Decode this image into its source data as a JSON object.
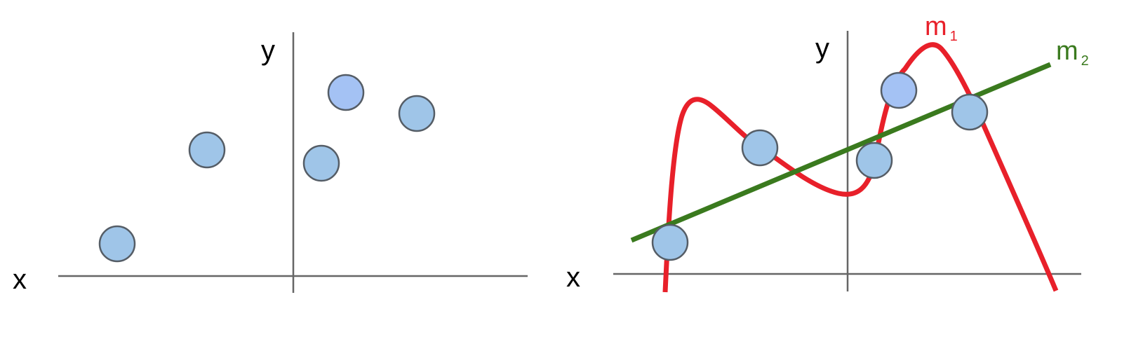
{
  "colors": {
    "point_fill": "#9fc5e8",
    "point_fill_highlight": "#a4c2f4",
    "point_stroke": "#555d66",
    "axis": "#666666",
    "model_1": "#e8202a",
    "model_2": "#3a7a1e"
  },
  "left_panel": {
    "x_label": "x",
    "y_label": "y"
  },
  "right_panel": {
    "x_label": "x",
    "y_label": "y",
    "model_1": {
      "letter": "m",
      "subscript": "1"
    },
    "model_2": {
      "letter": "m",
      "subscript": "2"
    }
  }
}
